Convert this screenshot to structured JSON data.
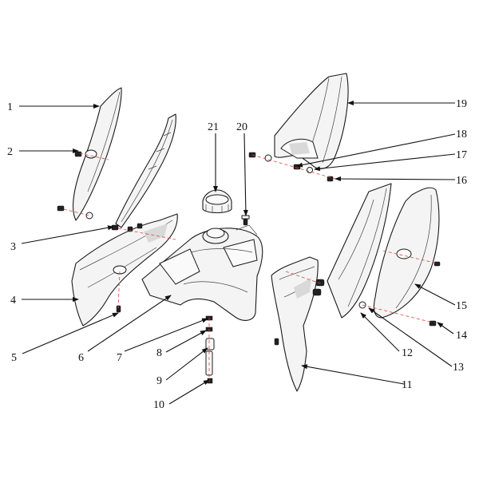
{
  "colors": {
    "ink": "#111111",
    "part_fill": "#f4f4f4",
    "centerline": "#dd4444",
    "background": "#ffffff"
  },
  "callouts": [
    "1",
    "2",
    "3",
    "4",
    "5",
    "6",
    "7",
    "8",
    "9",
    "10",
    "11",
    "12",
    "13",
    "14",
    "15",
    "16",
    "17",
    "18",
    "19",
    "20",
    "21"
  ]
}
